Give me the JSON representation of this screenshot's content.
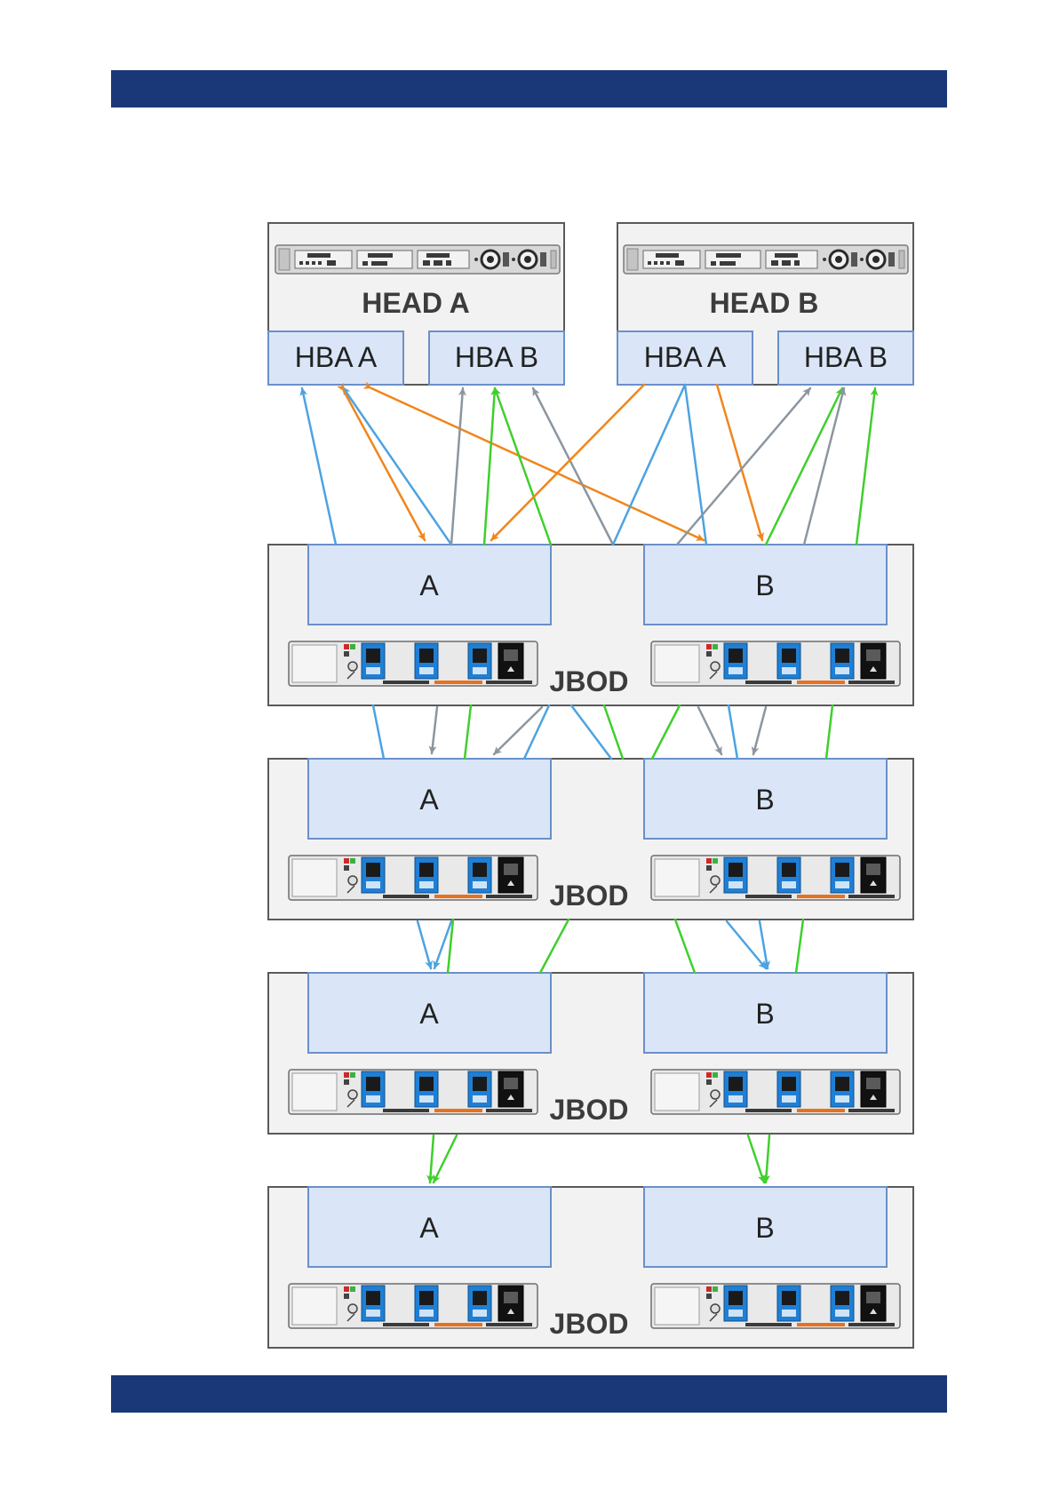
{
  "colors": {
    "band": "#1a3877",
    "blue": "#4ca3e2",
    "orange": "#f0861c",
    "gray": "#8c96a0",
    "green": "#3fcf2c",
    "io_fill": "#dae6f8",
    "io_stroke": "#6b8fc9",
    "enclosure_fill": "#f2f2f2",
    "enclosure_stroke": "#5a5a5a"
  },
  "heads": [
    {
      "label": "HEAD A",
      "hbas": [
        "HBA A",
        "HBA B"
      ]
    },
    {
      "label": "HEAD B",
      "hbas": [
        "HBA A",
        "HBA B"
      ]
    }
  ],
  "jbods": [
    {
      "label": "JBOD",
      "io_modules": [
        "A",
        "B"
      ]
    },
    {
      "label": "JBOD",
      "io_modules": [
        "A",
        "B"
      ]
    },
    {
      "label": "JBOD",
      "io_modules": [
        "A",
        "B"
      ]
    },
    {
      "label": "JBOD",
      "io_modules": [
        "A",
        "B"
      ]
    }
  ]
}
